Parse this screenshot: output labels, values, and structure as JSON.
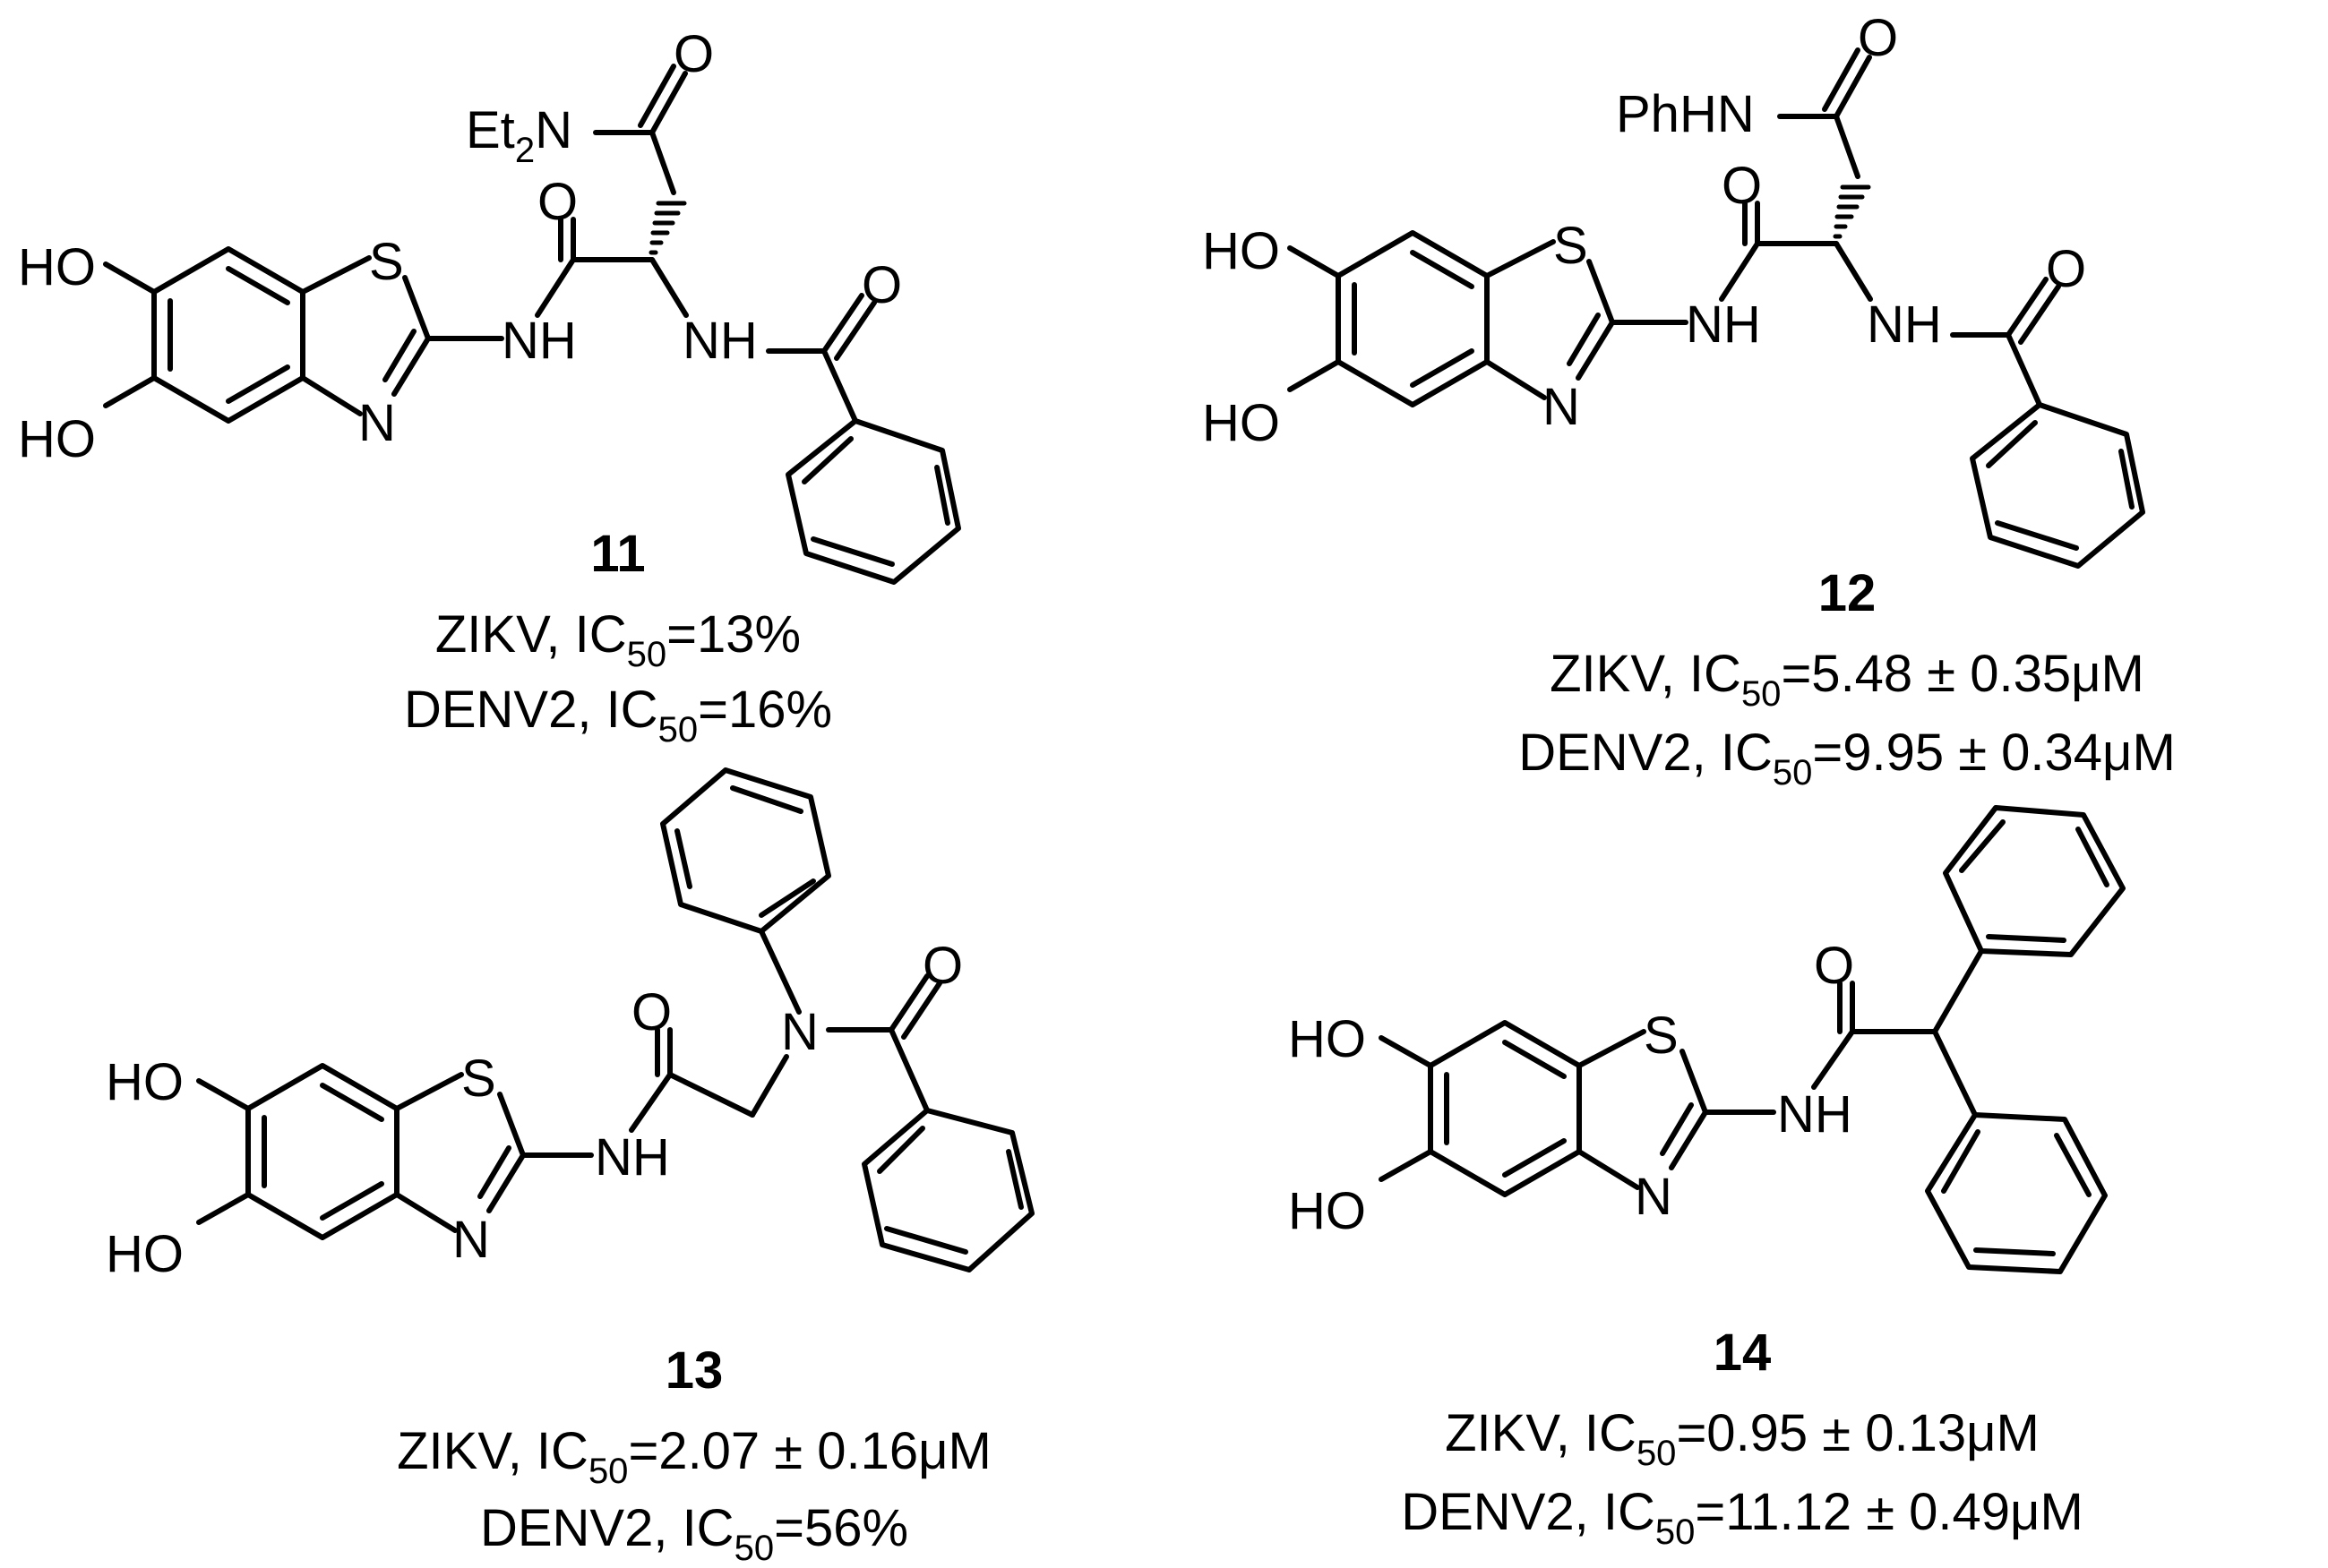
{
  "molecules": [
    {
      "id": "11",
      "atoms": {
        "oh_top": "HO",
        "oh_bottom": "HO",
        "s": "S",
        "n": "N",
        "nh1": "NH",
        "nh2": "NH",
        "o1": "O",
        "o2": "O",
        "o3": "O",
        "amine_main": "Et",
        "amine_sub": "2",
        "amine_tail": "N"
      },
      "activity": [
        {
          "virus": "ZIKV, IC",
          "sub": "50",
          "value": "=13%"
        },
        {
          "virus": "DENV2, IC",
          "sub": "50",
          "value": "=16%"
        }
      ]
    },
    {
      "id": "12",
      "atoms": {
        "oh_top": "HO",
        "oh_bottom": "HO",
        "s": "S",
        "n": "N",
        "nh1": "NH",
        "nh2": "NH",
        "o1": "O",
        "o2": "O",
        "o3": "O",
        "amine": "PhHN"
      },
      "activity": [
        {
          "virus": "ZIKV, IC",
          "sub": "50",
          "value": "=5.48 ± 0.35μM"
        },
        {
          "virus": "DENV2, IC",
          "sub": "50",
          "value": "=9.95 ± 0.34μM"
        }
      ]
    },
    {
      "id": "13",
      "atoms": {
        "oh_top": "HO",
        "oh_bottom": "HO",
        "s": "S",
        "n": "N",
        "nh1": "NH",
        "n2": "N",
        "o1": "O",
        "o2": "O"
      },
      "activity": [
        {
          "virus": "ZIKV, IC",
          "sub": "50",
          "value": "=2.07 ± 0.16μM"
        },
        {
          "virus": "DENV2, IC",
          "sub": "50",
          "value": "=56%"
        }
      ]
    },
    {
      "id": "14",
      "atoms": {
        "oh_top": "HO",
        "oh_bottom": "HO",
        "s": "S",
        "n": "N",
        "nh1": "NH",
        "o1": "O"
      },
      "activity": [
        {
          "virus": "ZIKV, IC",
          "sub": "50",
          "value": "=0.95 ± 0.13μM"
        },
        {
          "virus": "DENV2, IC",
          "sub": "50",
          "value": "=11.12 ± 0.49μM"
        }
      ]
    }
  ]
}
